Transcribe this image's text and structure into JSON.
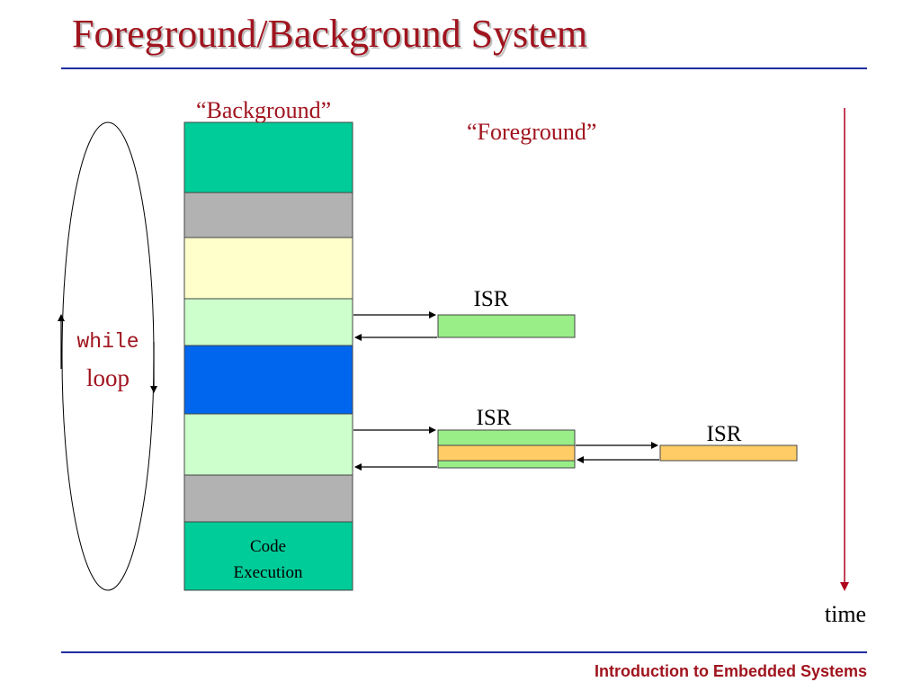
{
  "slide": {
    "title": "Foreground/Background System",
    "footer": "Introduction to Embedded Systems"
  },
  "diagram": {
    "background_label": "“Background”",
    "foreground_label": "“Foreground”",
    "loop_keyword": "while",
    "loop_word": "loop",
    "code_execution_line1": "Code",
    "code_execution_line2": "Execution",
    "isr_label_1": "ISR",
    "isr_label_2": "ISR",
    "isr_label_3": "ISR",
    "time_label": "time"
  },
  "colors": {
    "title": "#a0141e",
    "rule": "#1f2ea0",
    "teal": "#00cc99",
    "gray": "#b2b2b2",
    "cream": "#ffffcc",
    "light_green": "#ccffcc",
    "blue": "#0066ee",
    "isr_green": "#99ee88",
    "isr_orange": "#ffcc66",
    "time_arrow": "#b00020"
  }
}
